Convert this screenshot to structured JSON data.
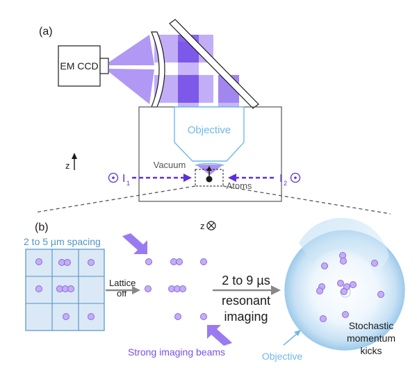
{
  "panel_a": {
    "label": "(a)",
    "camera_label": "EM CCD",
    "objective_label": "Objective",
    "vacuum_label": "Vacuum",
    "atoms_label": "Atoms",
    "z_label": "z",
    "beam_left": {
      "symbol": "I",
      "sub": "1"
    },
    "beam_right": {
      "symbol": "I",
      "sub": "2"
    }
  },
  "panel_b": {
    "label": "(b)",
    "z_label": "z",
    "spacing_label": "2 to 5 µm spacing",
    "lattice_label_line1": "Lattice",
    "lattice_label_line2": "off",
    "imaging_line1": "2 to 9 µs",
    "imaging_line2": "resonant",
    "imaging_line3": "imaging",
    "strong_beams_label": "Strong imaging beams",
    "objective_label": "Objective",
    "kicks_line1": "Stochastic",
    "kicks_line2": "momentum",
    "kicks_line3": "kicks"
  },
  "colors": {
    "beam": "#8f6cf0",
    "beam_dark": "#5b2fe0",
    "atom": "#c4aef7",
    "atom_stroke": "#8a68d8",
    "objective": "#6fb8e8",
    "grid": "#4f93c8",
    "grid_fill": "#dbe9f6",
    "text": "#1a1a1a",
    "gray": "#555555"
  }
}
